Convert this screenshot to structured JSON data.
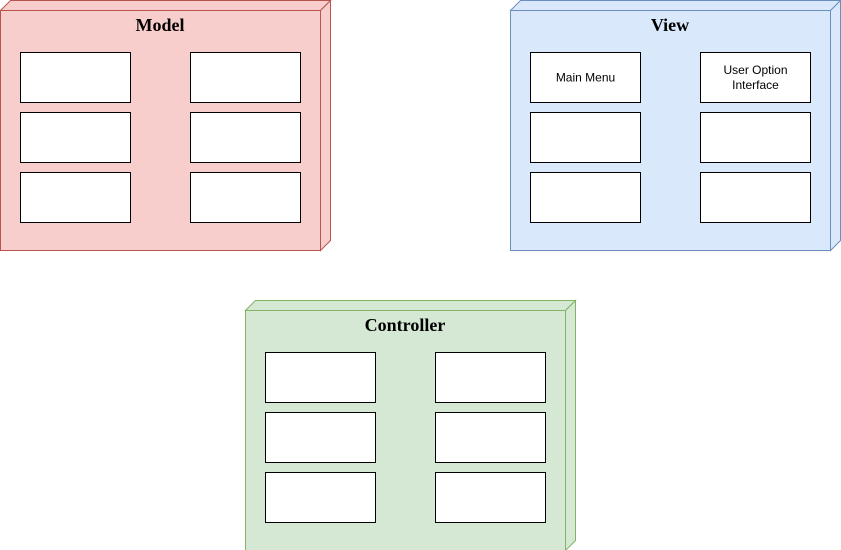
{
  "packages": [
    {
      "id": "model",
      "title": "Model",
      "fill": "#f8cecc",
      "stroke": "#b85450",
      "boxes": [
        {
          "lines": []
        },
        {
          "lines": []
        },
        {
          "lines": []
        },
        {
          "lines": []
        },
        {
          "lines": []
        },
        {
          "lines": []
        }
      ]
    },
    {
      "id": "view",
      "title": "View",
      "fill": "#dae8fc",
      "stroke": "#6c8ebf",
      "boxes": [
        {
          "lines": [
            "Main Menu"
          ]
        },
        {
          "lines": [
            "User Option",
            "Interface"
          ]
        },
        {
          "lines": []
        },
        {
          "lines": []
        },
        {
          "lines": []
        },
        {
          "lines": []
        }
      ]
    },
    {
      "id": "controller",
      "title": "Controller",
      "fill": "#d5e8d4",
      "stroke": "#82b366",
      "boxes": [
        {
          "lines": []
        },
        {
          "lines": []
        },
        {
          "lines": []
        },
        {
          "lines": []
        },
        {
          "lines": []
        },
        {
          "lines": []
        }
      ]
    }
  ]
}
